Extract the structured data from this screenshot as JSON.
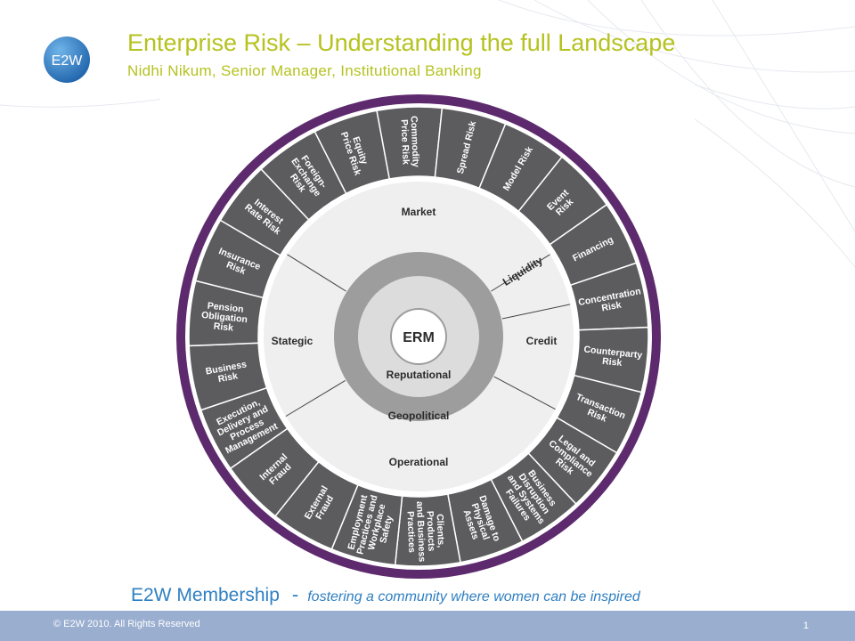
{
  "slide": {
    "title": "Enterprise Risk – Understanding the full Landscape",
    "subtitle": "Nidhi Nikum,  Senior Manager, Institutional Banking",
    "logo_text": "E2W",
    "tagline_main": "E2W Membership",
    "tagline_dash": "-",
    "tagline_sub": "fostering a community where women can be inspired",
    "footer_copyright": "© E2W 2010. All Rights Reserved",
    "page_number": "1"
  },
  "colors": {
    "title": "#b5c21f",
    "tagline": "#2f7fc2",
    "footer_bg": "#9aaed0",
    "outer_ring": "#5e2a6e",
    "segment": "#5c5c5e",
    "category_ring": "#efefef",
    "core_ring": "#9d9d9d",
    "center": "#ffffff"
  },
  "diagram": {
    "center": "ERM",
    "core": [
      "Reputational",
      "Geopolitical"
    ],
    "categories": [
      {
        "label": "Market"
      },
      {
        "label": "Liquidity"
      },
      {
        "label": "Credit"
      },
      {
        "label": "Operational"
      },
      {
        "label": "Stategic"
      }
    ],
    "segments": [
      {
        "label": "Commodity Price Risk",
        "lines": [
          "Commodity",
          "Price Risk"
        ]
      },
      {
        "label": "Spread Risk",
        "lines": [
          "Spread Risk"
        ]
      },
      {
        "label": "Model Risk",
        "lines": [
          "Model Risk"
        ]
      },
      {
        "label": "Event Risk",
        "lines": [
          "Event",
          "Risk"
        ]
      },
      {
        "label": "Financing",
        "lines": [
          "Financing"
        ]
      },
      {
        "label": "Concentration Risk",
        "lines": [
          "Concentration",
          "Risk"
        ]
      },
      {
        "label": "Counterparty Risk",
        "lines": [
          "Counterparty",
          "Risk"
        ]
      },
      {
        "label": "Transaction Risk",
        "lines": [
          "Transaction",
          "Risk"
        ]
      },
      {
        "label": "Legal and Compliance Risk",
        "lines": [
          "Legal and",
          "Compliance",
          "Risk"
        ]
      },
      {
        "label": "Business Disruption and Systems Failures",
        "lines": [
          "Business",
          "Disruption",
          "and Systems",
          "Failures"
        ]
      },
      {
        "label": "Damage to Physical Assets",
        "lines": [
          "Damage to",
          "Physical",
          "Assets"
        ]
      },
      {
        "label": "Clients, Products and Business Practices",
        "lines": [
          "Clients,",
          "Products",
          "and Business",
          "Practices"
        ]
      },
      {
        "label": "Employment Practices and Workplace Safety",
        "lines": [
          "Employment",
          "Practices and",
          "Workplace",
          "Safety"
        ]
      },
      {
        "label": "External Fraud",
        "lines": [
          "External",
          "Fraud"
        ]
      },
      {
        "label": "Internal Fraud",
        "lines": [
          "Internal",
          "Fraud"
        ]
      },
      {
        "label": "Execution, Delivery and Process Management",
        "lines": [
          "Execution,",
          "Delivery and",
          "Process",
          "Management"
        ]
      },
      {
        "label": "Business Risk",
        "lines": [
          "Business",
          "Risk"
        ]
      },
      {
        "label": "Pension Obligation Risk",
        "lines": [
          "Pension",
          "Obligation",
          "Risk"
        ]
      },
      {
        "label": "Insurance Risk",
        "lines": [
          "Insurance",
          "Risk"
        ]
      },
      {
        "label": "Interest Rate Risk",
        "lines": [
          "Interest",
          "Rate Risk"
        ]
      },
      {
        "label": "Foreign-Exchange Risk",
        "lines": [
          "Foreign-",
          "Exchange",
          "Risk"
        ]
      },
      {
        "label": "Equity Price Risk",
        "lines": [
          "Equity",
          "Price Risk"
        ]
      }
    ]
  }
}
